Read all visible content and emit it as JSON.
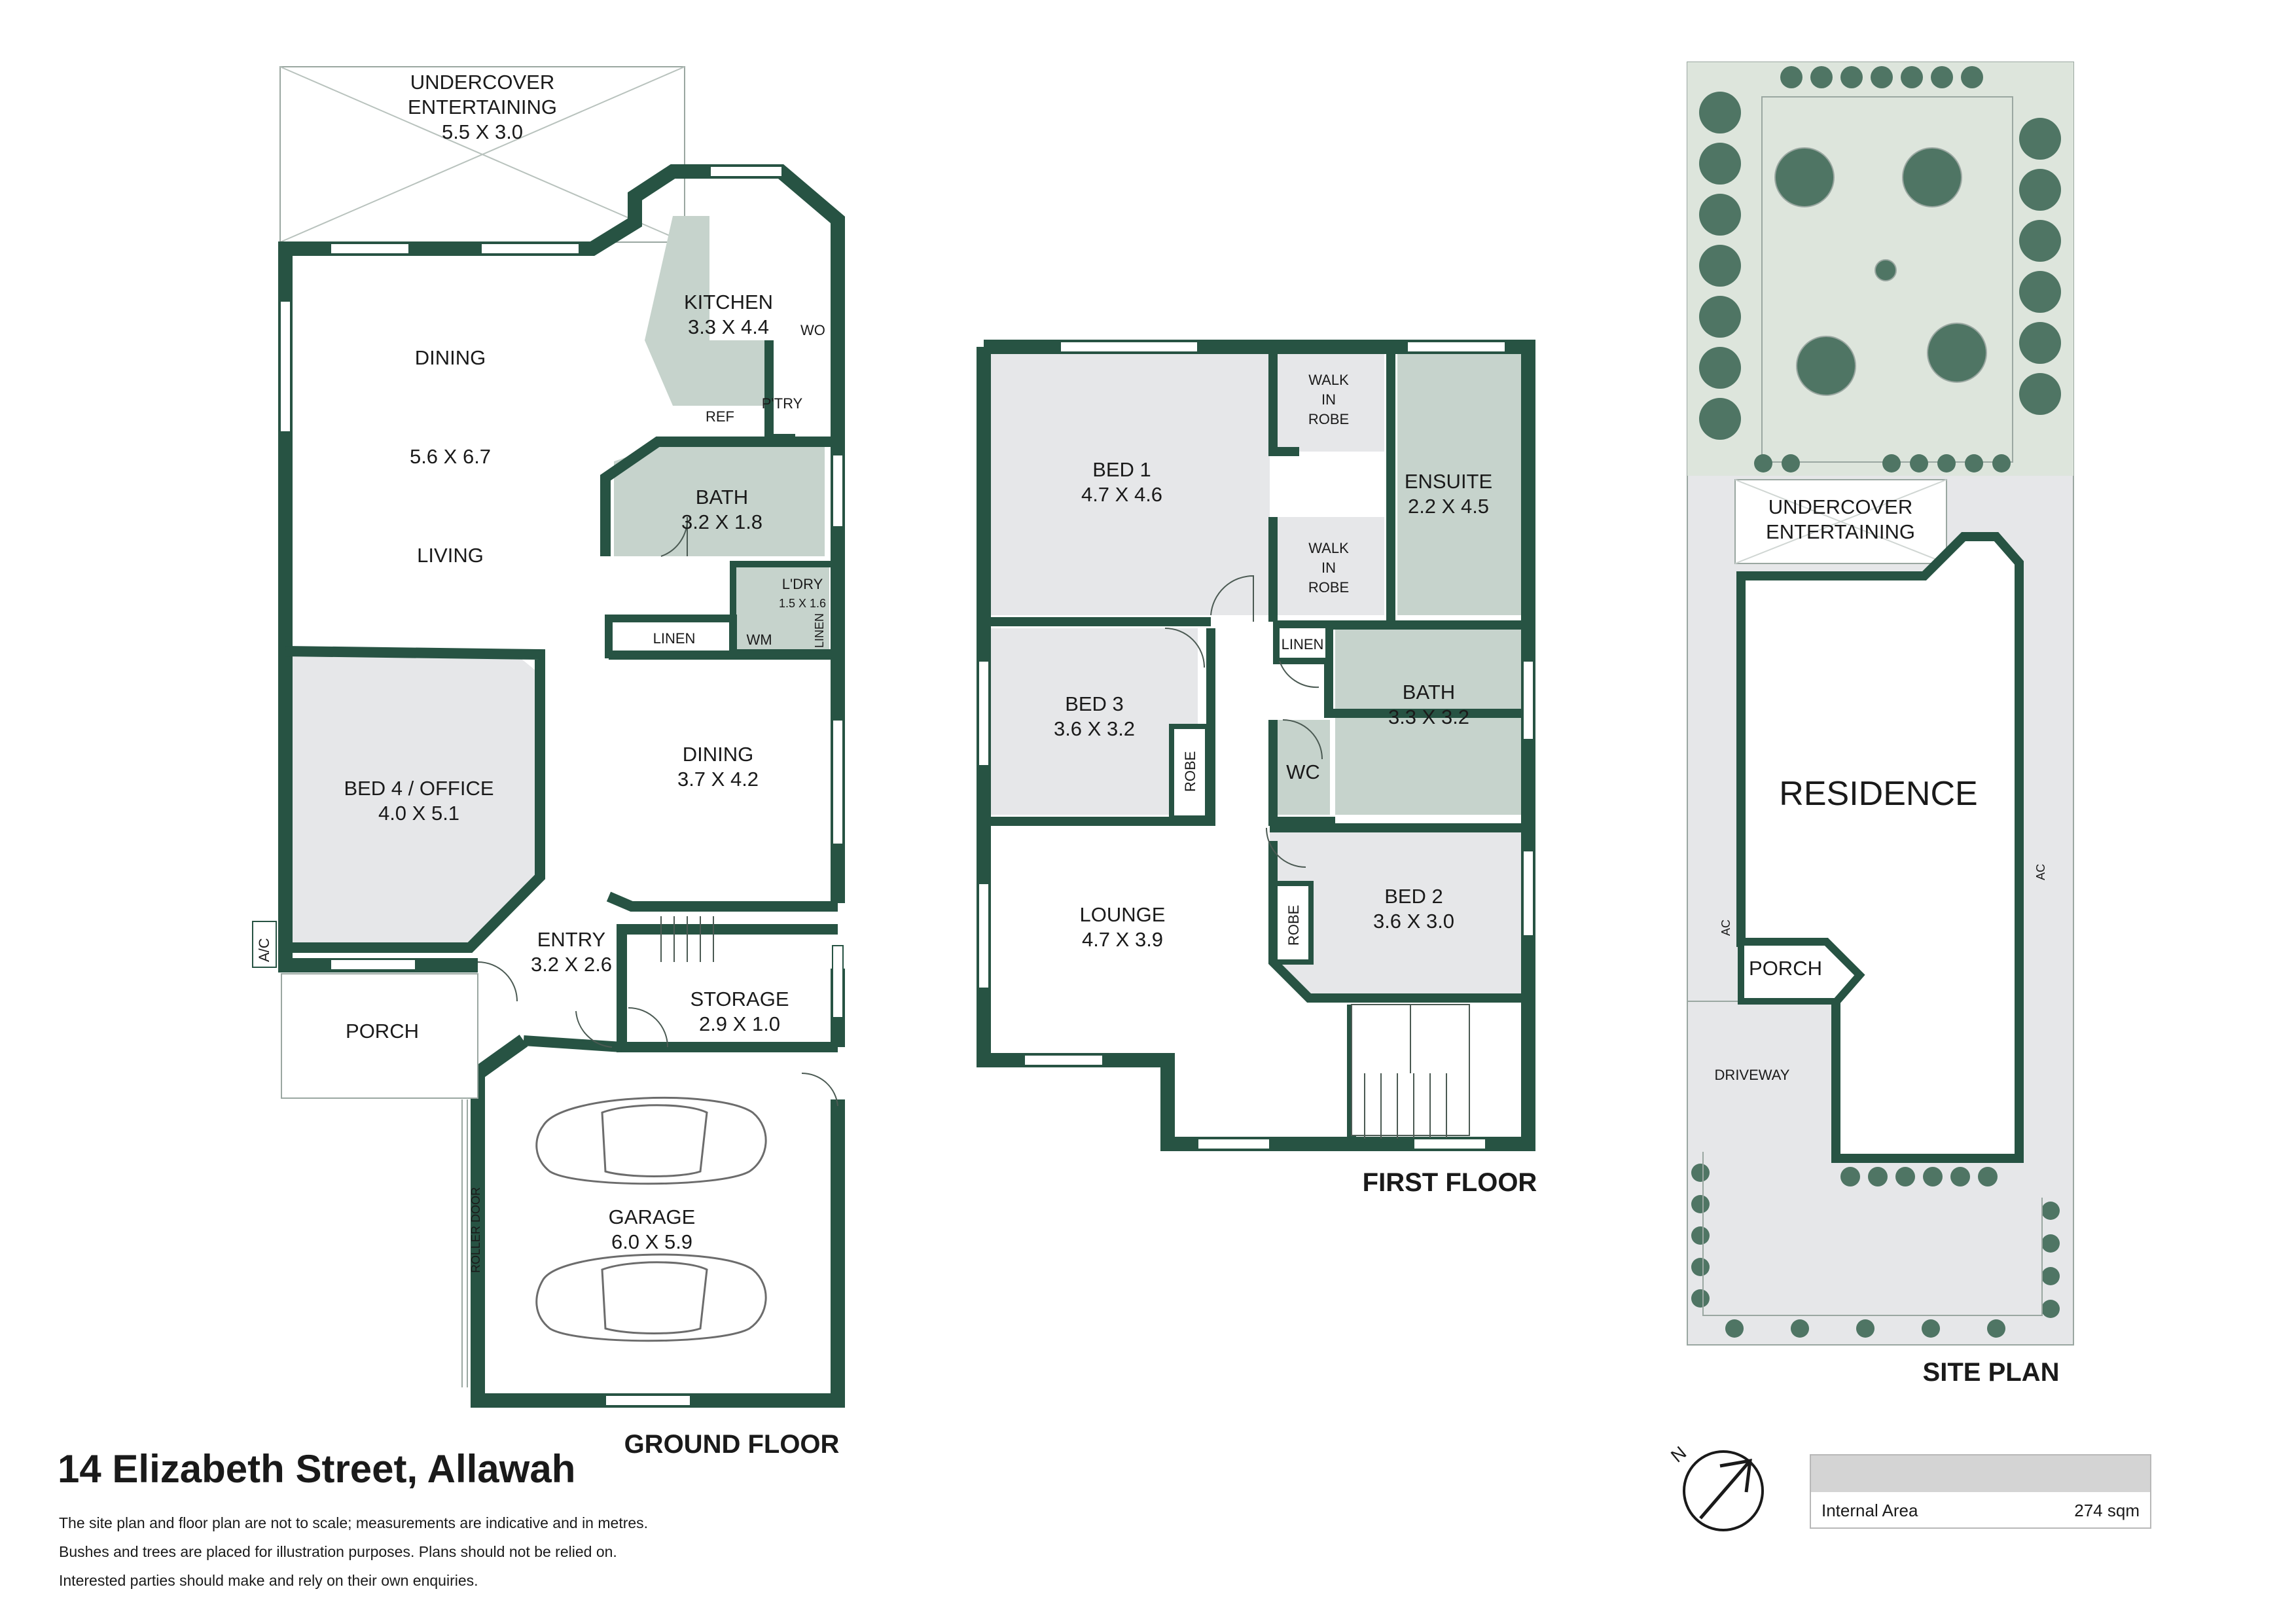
{
  "property": {
    "address": "14 Elizabeth Street, Allawah",
    "notes": [
      "The site plan and floor plan are not to scale; measurements are indicative and in metres.",
      "Bushes and trees are placed for illustration purposes. Plans should not be relied on.",
      "Interested parties should make and rely on their own enquiries."
    ]
  },
  "ground_floor": {
    "heading": "GROUND FLOOR",
    "rooms": {
      "undercover": {
        "name": "UNDERCOVER",
        "name2": "ENTERTAINING",
        "size": "5.5 X 3.0"
      },
      "dining_living": {
        "dining": "DINING",
        "size": "5.6 X 6.7",
        "living": "LIVING"
      },
      "kitchen": {
        "name": "KITCHEN",
        "size": "3.3 X 4.4"
      },
      "wo": "WO",
      "ref": "REF",
      "pantry": "P'TRY",
      "bath": {
        "name": "BATH",
        "size": "3.2 X 1.8"
      },
      "laundry": {
        "name": "L'DRY",
        "size": "1.5 X 1.6"
      },
      "linen": "LINEN",
      "linen_small": "LINEN",
      "wm": "WM",
      "bed4": {
        "name": "BED 4 / OFFICE",
        "size": "4.0 X 5.1"
      },
      "dining2": {
        "name": "DINING",
        "size": "3.7 X 4.2"
      },
      "entry": {
        "name": "ENTRY",
        "size": "3.2 X 2.6"
      },
      "storage": {
        "name": "STORAGE",
        "size": "2.9 X 1.0"
      },
      "porch": "PORCH",
      "ac": "A/C",
      "garage": {
        "name": "GARAGE",
        "size": "6.0 X 5.9"
      },
      "roller_door": "ROLLER DOOR"
    }
  },
  "first_floor": {
    "heading": "FIRST FLOOR",
    "rooms": {
      "bed1": {
        "name": "BED 1",
        "size": "4.7 X 4.6"
      },
      "walkin1": [
        "WALK",
        "IN",
        "ROBE"
      ],
      "walkin2": [
        "WALK",
        "IN",
        "ROBE"
      ],
      "ensuite": {
        "name": "ENSUITE",
        "size": "2.2 X 4.5"
      },
      "bed3": {
        "name": "BED 3",
        "size": "3.6 X 3.2"
      },
      "robe3": "ROBE",
      "linen": "LINEN",
      "bath": {
        "name": "BATH",
        "size": "3.3 X 3.2"
      },
      "wc": "WC",
      "lounge": {
        "name": "LOUNGE",
        "size": "4.7 X 3.9"
      },
      "bed2": {
        "name": "BED 2",
        "size": "3.6 X 3.0"
      },
      "robe2": "ROBE"
    }
  },
  "site_plan": {
    "heading": "SITE PLAN",
    "undercover": "UNDERCOVER",
    "undercover2": "ENTERTAINING",
    "residence": "RESIDENCE",
    "porch": "PORCH",
    "driveway": "DRIVEWAY",
    "ac1": "AC",
    "ac2": "AC"
  },
  "compass": {
    "north": "N"
  },
  "area_table": {
    "label": "Internal Area",
    "value": "274 sqm"
  },
  "colors": {
    "wall": "#275343",
    "wet_area": "#c6d3cc",
    "room_grey": "#e6e7e9",
    "lawn": "#dde5dc",
    "tree": "#4f7564"
  }
}
